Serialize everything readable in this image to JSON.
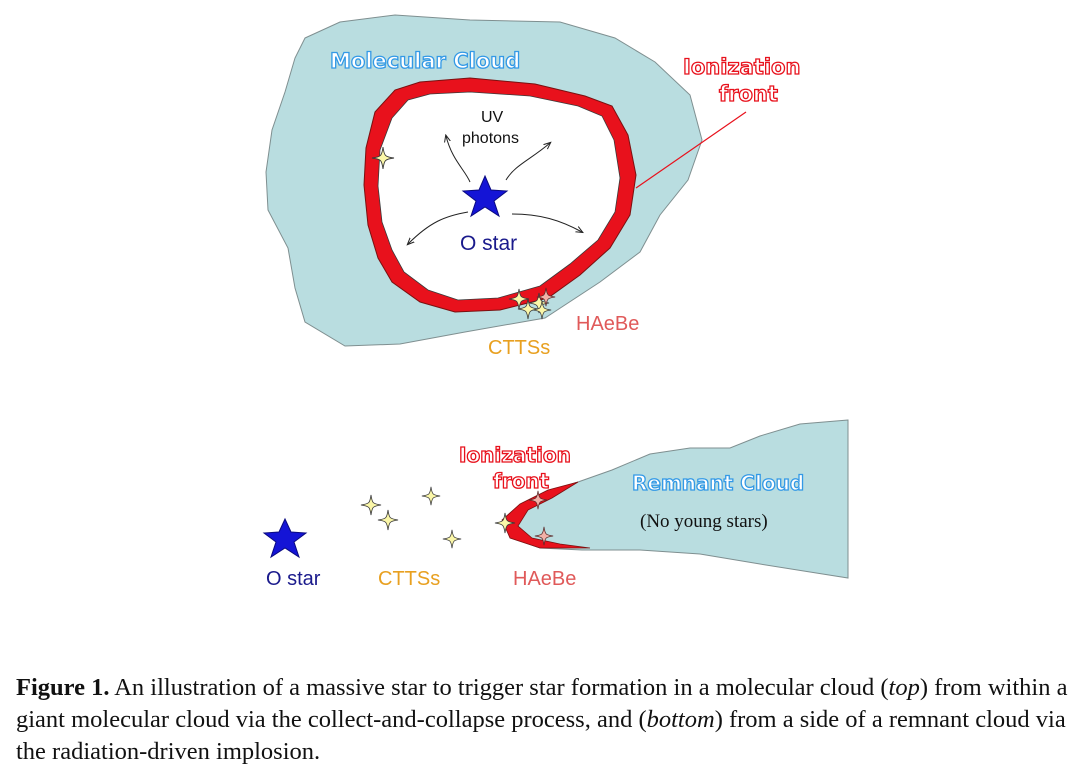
{
  "top_panel": {
    "cloud_label": "Molecular Cloud",
    "front_label_line1": "Ionization",
    "front_label_line2": "front",
    "uv_line1": "UV",
    "uv_line2": "photons",
    "o_star_label": "O star",
    "haebe_label": "HAeBe",
    "ctts_label": "CTTSs"
  },
  "bottom_panel": {
    "front_label_line1": "Ionization",
    "front_label_line2": "front",
    "cloud_label": "Remnant Cloud",
    "cloud_sublabel": "(No young stars)",
    "o_star_label": "O star",
    "ctts_label": "CTTSs",
    "haebe_label": "HAeBe"
  },
  "caption": {
    "label": "Figure 1.",
    "t1": " An illustration of a massive star to trigger star formation in a molecular cloud (",
    "top": "top",
    "t2": ") from within a giant molecular cloud via the collect-and-collapse process, and (",
    "bottom": "bottom",
    "t3": ") from a side of a remnant cloud via the radiation-driven implosion."
  },
  "colors": {
    "cloud": "#b9dde0",
    "front": "#e8111c",
    "o_star": "#1414d6",
    "cloud_label": "#3399e6",
    "front_label": "#e8111c",
    "o_star_label": "#1a1a8c",
    "haebe_label": "#e05a5a",
    "ctts_label": "#e8a020",
    "young_star": "#fbf7a8"
  }
}
